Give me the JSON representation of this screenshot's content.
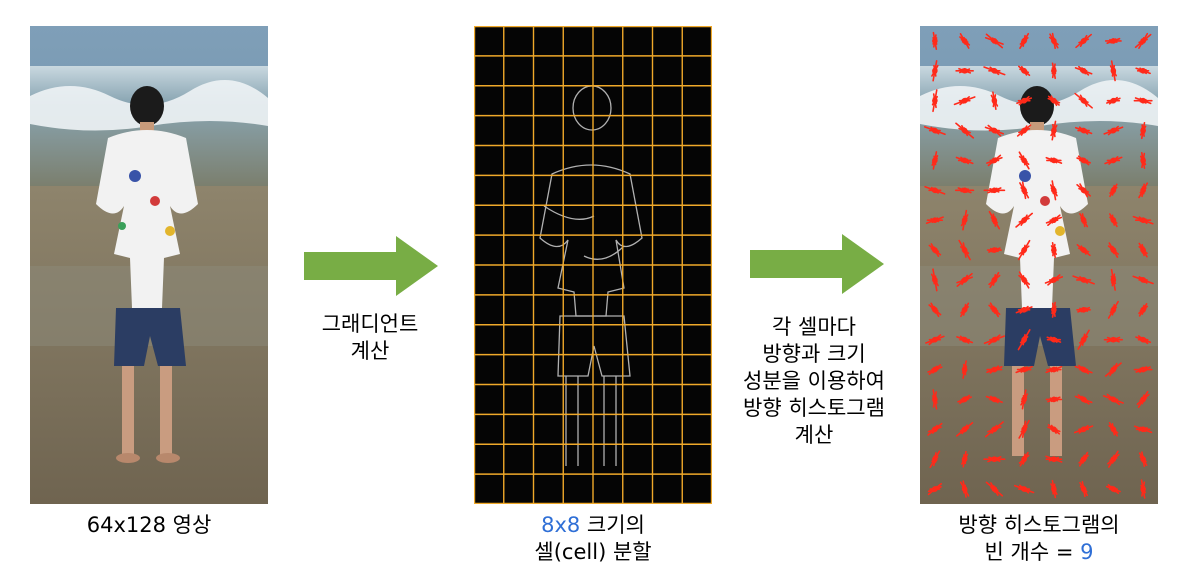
{
  "panels": {
    "original": {
      "caption": "64x128 영상"
    },
    "cells": {
      "caption_highlight": "8x8",
      "caption_rest": " 크기의",
      "caption_line2": "셀(cell) 분할",
      "grid_cols": 8,
      "grid_rows": 16,
      "grid_color": "#f0a92a"
    },
    "histogram": {
      "caption_line1": "방향 히스토그램의",
      "caption_line2_prefix": "빈 개수 = ",
      "caption_line2_value": "9",
      "marker_color": "#ff2a1a"
    }
  },
  "arrows": {
    "first": {
      "label_line1": "그래디언트",
      "label_line2": "계산"
    },
    "second": {
      "label_line1": "각 셀마다",
      "label_line2": "방향과 크기",
      "label_line3": "성분을 이용하여",
      "label_line4": "방향 히스토그램",
      "label_line5": "계산"
    },
    "color": "#78ad45"
  },
  "colors": {
    "highlight": "#2f6fd6"
  }
}
